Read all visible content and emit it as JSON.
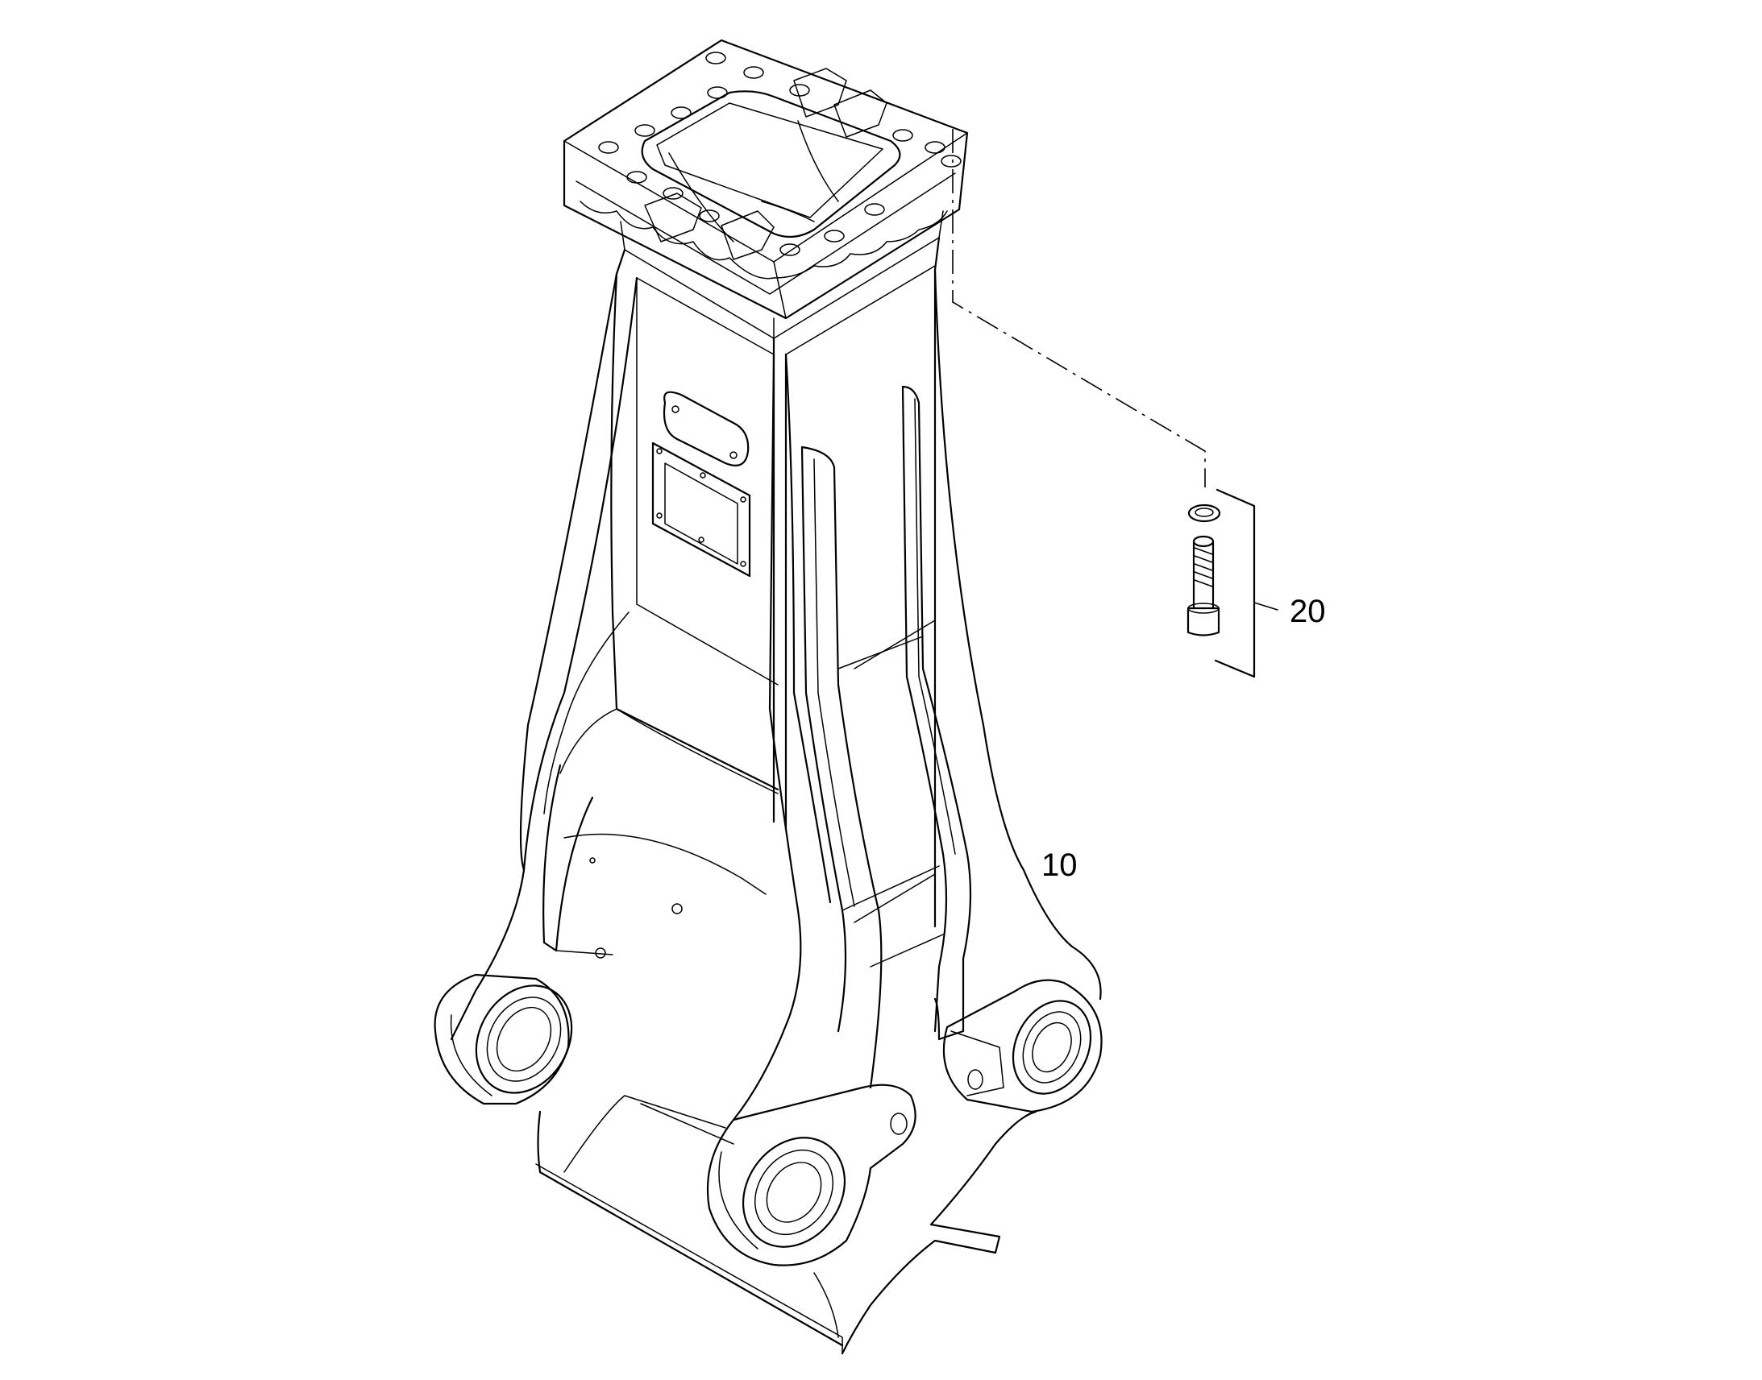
{
  "callouts": [
    {
      "id": "boom-housing",
      "label": "10"
    },
    {
      "id": "screw-washer-set",
      "label": "20"
    }
  ]
}
